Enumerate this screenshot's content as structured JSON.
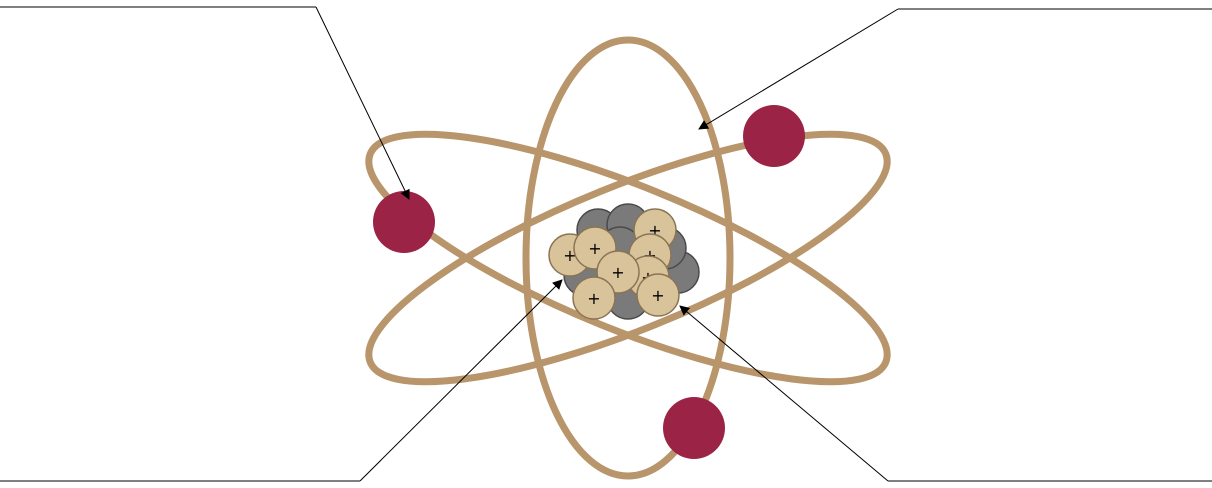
{
  "diagram": {
    "kind": "atom-label-worksheet",
    "colors": {
      "background": "#ffffff",
      "orbit": "#b8956a",
      "electron": "#9b2346",
      "proton": "#d9c39a",
      "proton_edge": "#8a7454",
      "neutron": "#7a7a7a",
      "neutron_edge": "#4a4a4a",
      "label_line": "#000000",
      "pointer": "#000000"
    },
    "proton_symbol": "+",
    "label_blanks": [
      {
        "id": "top-left",
        "text": ""
      },
      {
        "id": "top-right",
        "text": ""
      },
      {
        "id": "bottom-left",
        "text": ""
      },
      {
        "id": "bottom-right",
        "text": ""
      }
    ],
    "counts": {
      "electrons": 3,
      "orbits": 3,
      "protons": 8,
      "neutrons": 7
    }
  }
}
